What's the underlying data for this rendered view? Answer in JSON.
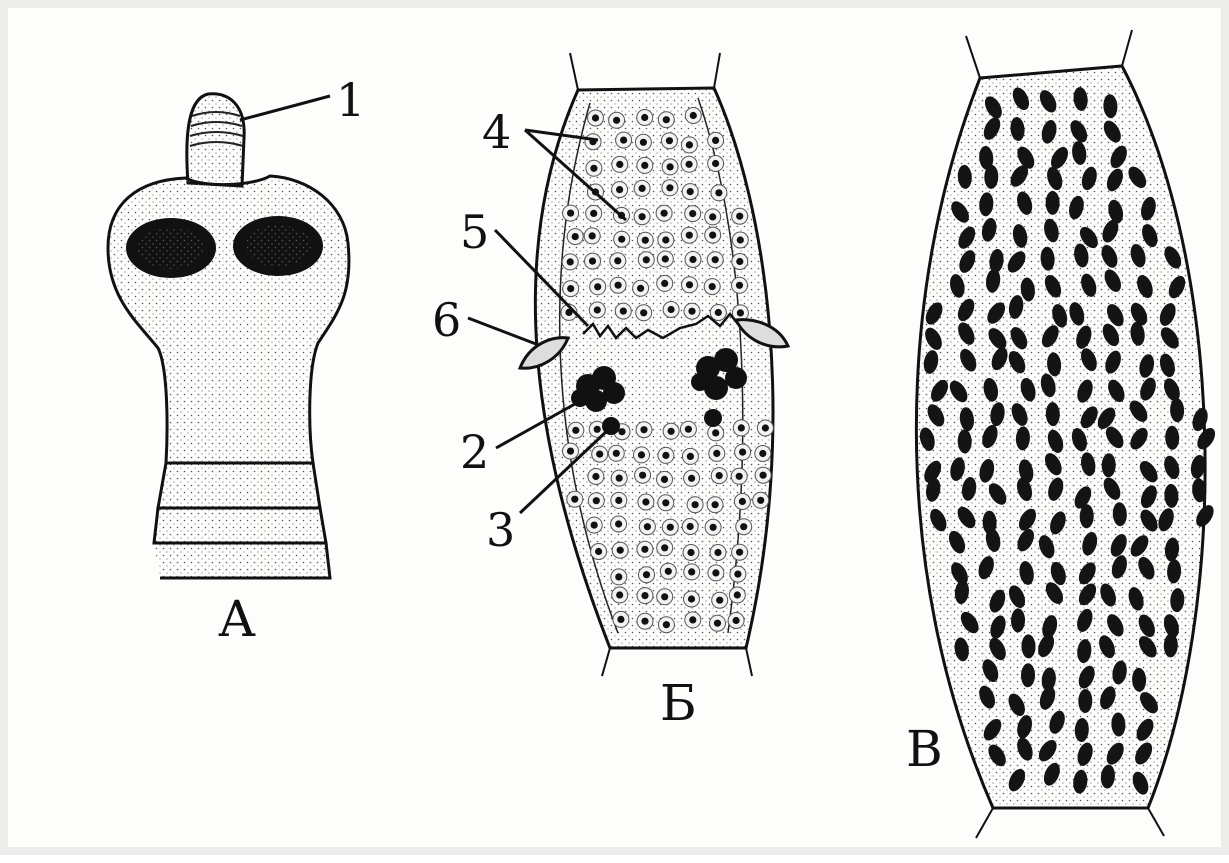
{
  "figure": {
    "panels": [
      {
        "id": "A",
        "caption": "А"
      },
      {
        "id": "B",
        "caption": "Б"
      },
      {
        "id": "C",
        "caption": "В"
      }
    ],
    "labels": [
      "1",
      "2",
      "3",
      "4",
      "5",
      "6"
    ]
  },
  "colors": {
    "ink": "#111111",
    "paper": "#fdfdfb",
    "stipple": "#4a4a4a"
  }
}
